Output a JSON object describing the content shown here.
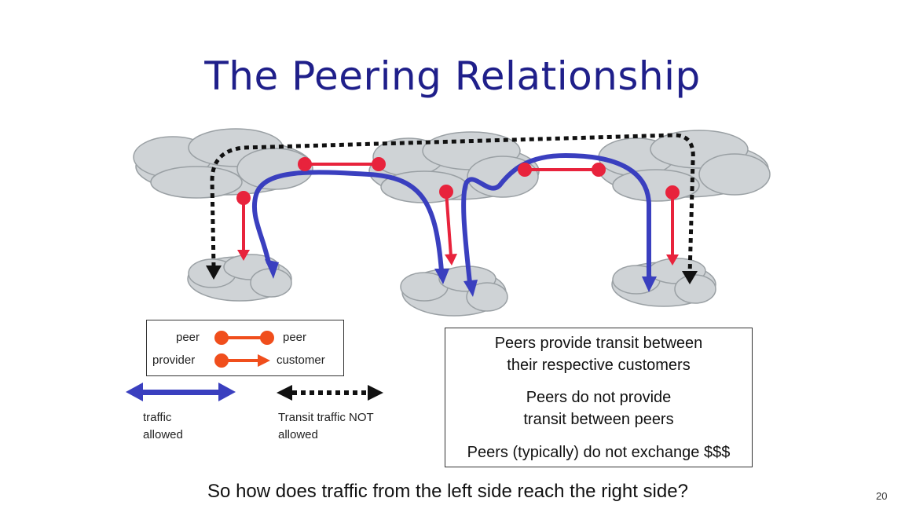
{
  "slide": {
    "title": "The Peering Relationship",
    "page_number": "20"
  },
  "legend": {
    "peer_left": "peer",
    "peer_right": "peer",
    "provider": "provider",
    "customer": "customer",
    "traffic_allowed": "traffic allowed",
    "transit_not_allowed": "Transit traffic NOT allowed"
  },
  "info": {
    "line1": "Peers provide transit between their respective customers",
    "line2": "Peers do not provide transit between peers",
    "line3": "Peers (typically) do not exchange $$$"
  },
  "question": "So how does traffic from the left side reach the right side?",
  "colors": {
    "title": "#1f1f8a",
    "cloud": "#cfd3d6",
    "peer_link": "#e8233c",
    "legend_link": "#f04e1c",
    "traffic_allowed": "#3a3fbf",
    "transit_not_allowed": "#111111"
  }
}
